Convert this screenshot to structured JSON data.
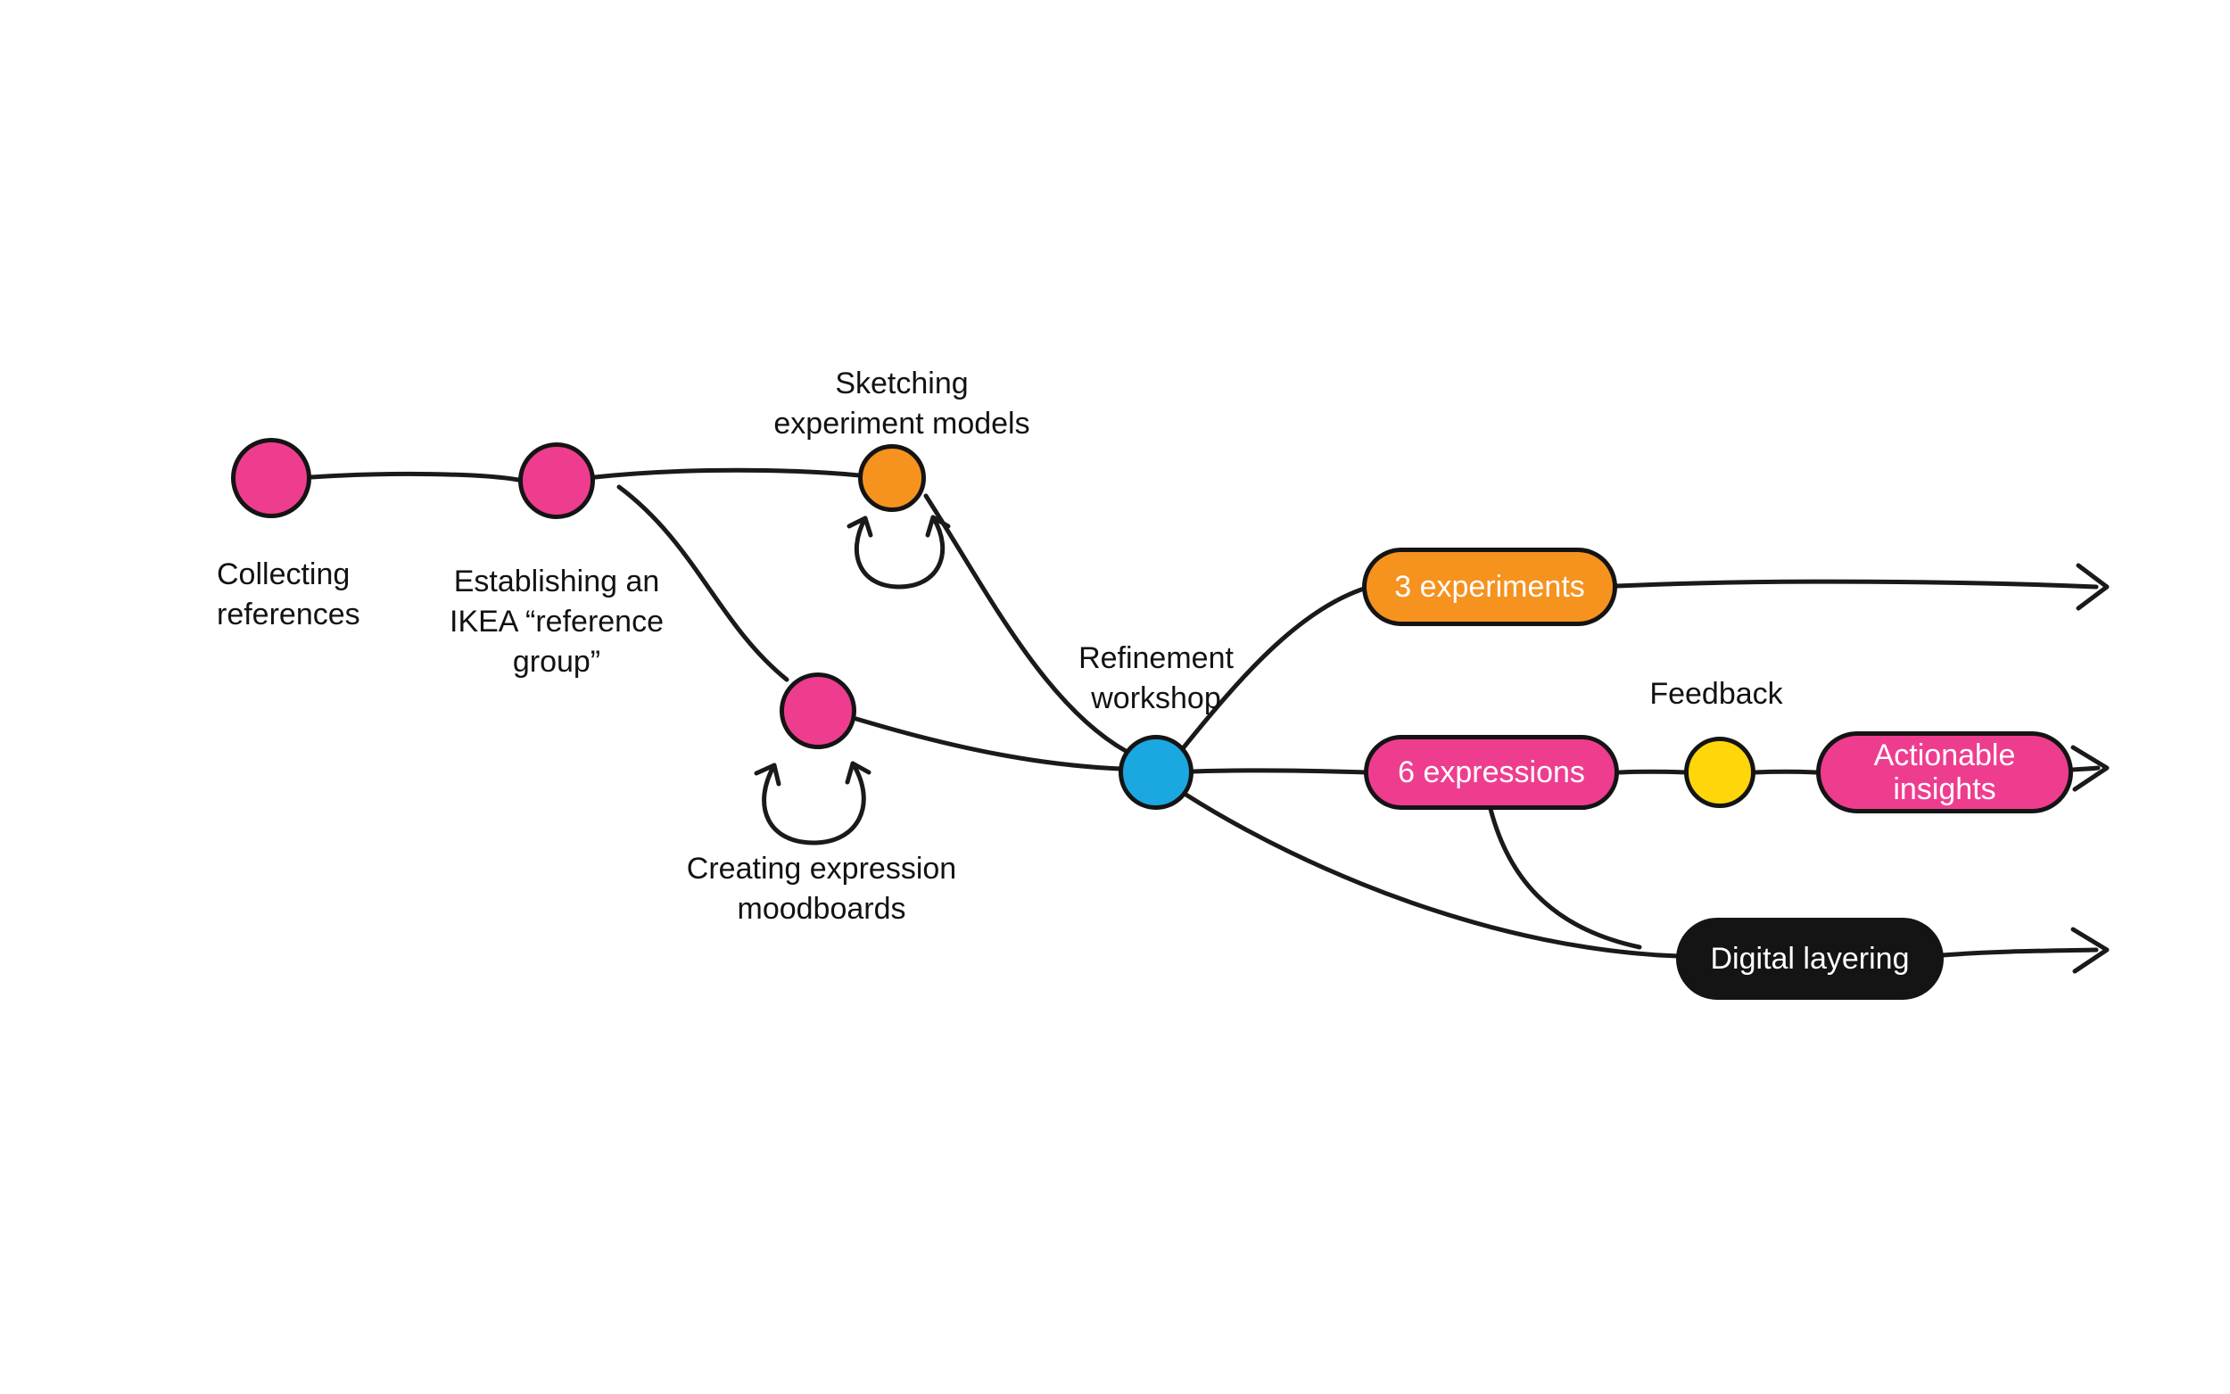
{
  "diagram": {
    "labels": {
      "collecting": "Collecting\nreferences",
      "establishing": "Establishing an\nIKEA “reference\ngroup”",
      "sketching": "Sketching\nexperiment models",
      "refinement": "Refinement\nworkshop",
      "moodboards": "Creating expression\nmoodboards",
      "feedback": "Feedback"
    },
    "pills": {
      "experiments": "3 experiments",
      "expressions": "6 expressions",
      "actionable": "Actionable\ninsights",
      "digital": "Digital layering"
    },
    "colors": {
      "pink": "#EE3D8F",
      "orange": "#F6921E",
      "blue": "#1BA7E0",
      "yellow": "#FFD60A",
      "black": "#141414",
      "line": "#1a1a1a"
    }
  }
}
